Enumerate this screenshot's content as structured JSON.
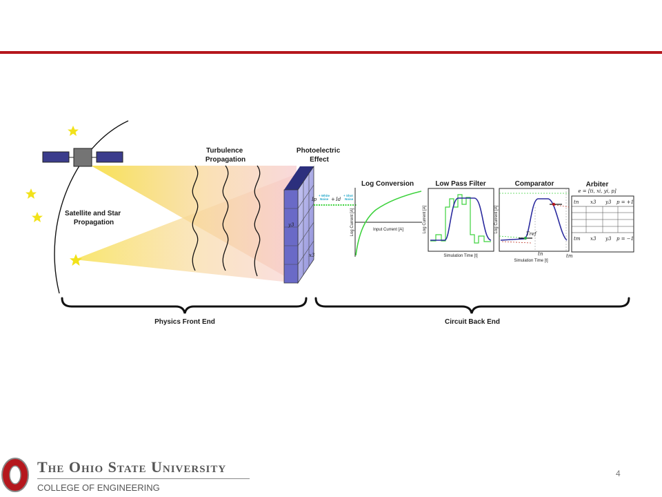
{
  "slide": {
    "page_number": "4",
    "accent_color": "#b5171d"
  },
  "diagram": {
    "labels": {
      "satellite": [
        "Satellite and Star",
        "Propagation"
      ],
      "turbulence": [
        "Turbulence",
        "Propagation"
      ],
      "photoelectric": [
        "Photoelectric",
        "Effect"
      ],
      "log_conversion": "Log Conversion",
      "low_pass_filter": "Low Pass Filter",
      "comparator": "Comparator",
      "arbiter": "Arbiter",
      "physics_front_end": "Physics Front End",
      "circuit_back_end": "Circuit Back End"
    },
    "sensor": {
      "y_label": "y3",
      "x_label": "x3"
    },
    "photocurrent": {
      "ip": "Ip",
      "plus": "+",
      "id": "Id",
      "white_noise": [
        "+ White",
        "Noise"
      ],
      "shot_noise": [
        "+ Shot",
        "Noise"
      ]
    },
    "log_plot": {
      "ylabel": "Log Current [A]",
      "xlabel": "Input Current [A]"
    },
    "lpf_plot": {
      "ylabel": "Log Current [A]",
      "xlabel": "Simulation Time [t]"
    },
    "comp_plot": {
      "ylabel": "Log Current [A]",
      "xlabel": "Simulation Time [t]",
      "tref": "Tref",
      "tn": "tn",
      "tm": "tm"
    },
    "arbiter": {
      "event": "e = [ti, xi, yi, p]",
      "rows": [
        [
          "tn",
          "x3",
          "y3",
          "p = +1"
        ],
        [
          "tm",
          "x3",
          "y3",
          "p = −1"
        ]
      ]
    }
  },
  "footer": {
    "university": "The Ohio State University",
    "college": "COLLEGE OF ENGINEERING"
  }
}
